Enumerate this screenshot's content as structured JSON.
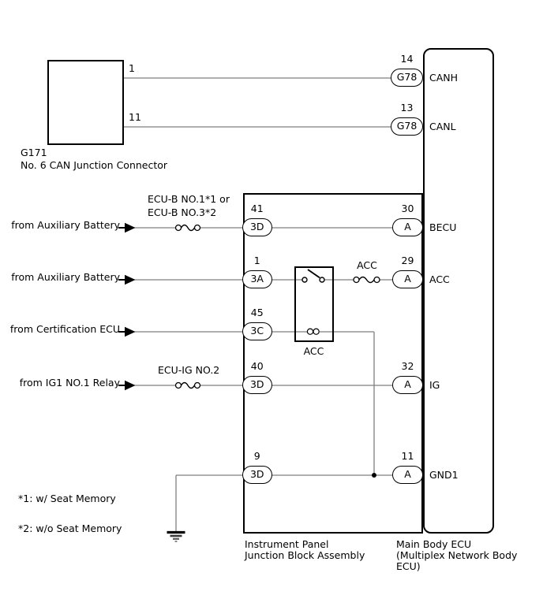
{
  "colors": {
    "wire": "#7f7f7f",
    "line": "#000000",
    "background": "#ffffff"
  },
  "g171": {
    "code": "G171",
    "name": "No. 6 CAN Junction Connector",
    "pin_top": "1",
    "pin_bottom": "11"
  },
  "main_ecu": {
    "name_line1": "Main Body ECU",
    "name_line2": "(Multiplex Network Body",
    "name_line3": "ECU)",
    "terminals": [
      {
        "pin": "14",
        "conn": "G78",
        "signal": "CANH"
      },
      {
        "pin": "13",
        "conn": "G78",
        "signal": "CANL"
      },
      {
        "pin": "30",
        "conn": "A",
        "signal": "BECU"
      },
      {
        "pin": "29",
        "conn": "A",
        "signal": "ACC"
      },
      {
        "pin": "32",
        "conn": "A",
        "signal": "IG"
      },
      {
        "pin": "11",
        "conn": "A",
        "signal": "GND1"
      }
    ]
  },
  "junction_block": {
    "name_line1": "Instrument Panel",
    "name_line2": "Junction Block Assembly",
    "relay_label": "ACC",
    "connectors": [
      {
        "pin": "41",
        "conn": "3D"
      },
      {
        "pin": "1",
        "conn": "3A"
      },
      {
        "pin": "45",
        "conn": "3C"
      },
      {
        "pin": "40",
        "conn": "3D"
      },
      {
        "pin": "9",
        "conn": "3D"
      }
    ]
  },
  "sources": [
    {
      "label": "from Auxiliary Battery"
    },
    {
      "label": "from Auxiliary Battery"
    },
    {
      "label": "from Certification ECU"
    },
    {
      "label": "from IG1 NO.1 Relay"
    }
  ],
  "fuses": {
    "becu_line1": "ECU-B NO.1*1 or",
    "becu_line2": "ECU-B NO.3*2",
    "acc": "ACC",
    "ig": "ECU-IG NO.2"
  },
  "notes": {
    "note1": "*1: w/ Seat Memory",
    "note2": "*2: w/o Seat Memory"
  }
}
